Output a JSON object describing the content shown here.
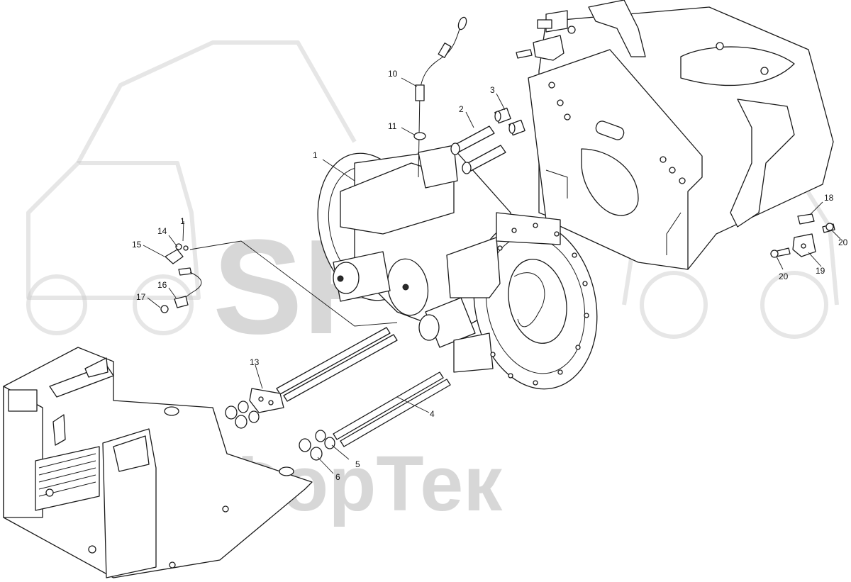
{
  "watermark": {
    "logo_text": "SF",
    "brand_text": "СканФорТек"
  },
  "callouts": [
    {
      "id": "c1a",
      "label": "1"
    },
    {
      "id": "c1b",
      "label": "1"
    },
    {
      "id": "c2",
      "label": "2"
    },
    {
      "id": "c3",
      "label": "3"
    },
    {
      "id": "c4",
      "label": "4"
    },
    {
      "id": "c5",
      "label": "5"
    },
    {
      "id": "c6",
      "label": "6"
    },
    {
      "id": "c10",
      "label": "10"
    },
    {
      "id": "c11",
      "label": "11"
    },
    {
      "id": "c13",
      "label": "13"
    },
    {
      "id": "c14",
      "label": "14"
    },
    {
      "id": "c15",
      "label": "15"
    },
    {
      "id": "c16",
      "label": "16"
    },
    {
      "id": "c17",
      "label": "17"
    },
    {
      "id": "c18",
      "label": "18"
    },
    {
      "id": "c19",
      "label": "19"
    },
    {
      "id": "c20a",
      "label": "20"
    },
    {
      "id": "c20b",
      "label": "20"
    }
  ]
}
